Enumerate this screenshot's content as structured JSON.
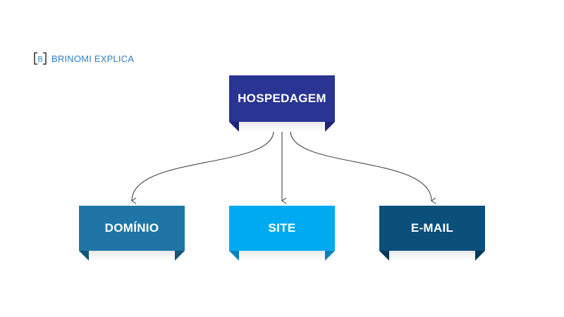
{
  "logo": {
    "mark": "B",
    "text": "BRINOMI EXPLICA",
    "color": "#2f80c7"
  },
  "diagram": {
    "root": {
      "label": "HOSPEDAGEM",
      "color": "#2a3493",
      "fold_color": "#1d2470"
    },
    "children": [
      {
        "label": "DOMÍNIO",
        "color": "#1f76a6",
        "fold_color": "#135478"
      },
      {
        "label": "SITE",
        "color": "#00aaf0",
        "fold_color": "#0082bb"
      },
      {
        "label": "E-MAIL",
        "color": "#0b4f7b",
        "fold_color": "#06385a"
      }
    ],
    "arrow_color": "#333333"
  }
}
